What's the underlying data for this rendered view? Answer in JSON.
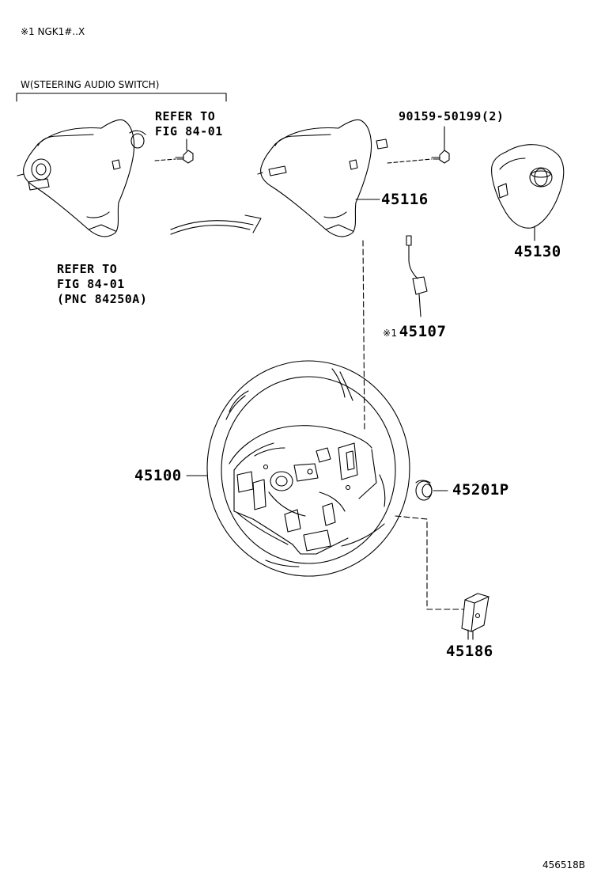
{
  "note": {
    "mark": "※1",
    "text": "NGK1#..X"
  },
  "group": {
    "title": "W(STEERING AUDIO SWITCH)"
  },
  "refers": [
    {
      "line1": "REFER TO",
      "line2": "FIG 84-01",
      "line3": ""
    },
    {
      "line1": "REFER TO",
      "line2": "FIG 84-01",
      "line3": "(PNC 84250A)"
    }
  ],
  "parts": {
    "screw": "90159-50199(2)",
    "switch_cover": "45116",
    "horn_pad": "45130",
    "wire_mark": "※1",
    "wire": "45107",
    "wheel": "45100",
    "cap": "45201P",
    "damper": "45186"
  },
  "figure_id": "456518B"
}
